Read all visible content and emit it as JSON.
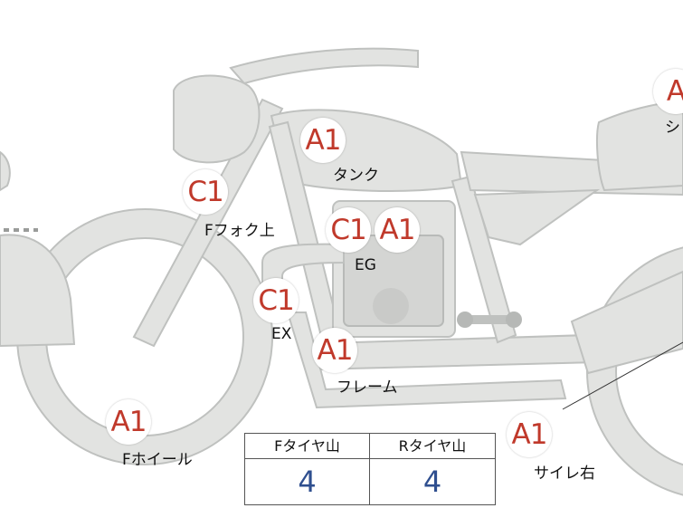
{
  "badge_color": "#c0392b",
  "value_color": "#2f4f8f",
  "parts": [
    {
      "id": "tank",
      "grade": "A1",
      "label": "タンク"
    },
    {
      "id": "f-fork-upper",
      "grade": "C1",
      "label": "Fフォク上"
    },
    {
      "id": "eg-c",
      "grade": "C1",
      "label": ""
    },
    {
      "id": "eg",
      "grade": "A1",
      "label": "EG"
    },
    {
      "id": "ex",
      "grade": "C1",
      "label": "EX"
    },
    {
      "id": "frame",
      "grade": "A1",
      "label": "フレーム"
    },
    {
      "id": "f-wheel",
      "grade": "A1",
      "label": "Fホイール"
    },
    {
      "id": "silencer-right",
      "grade": "A1",
      "label": "サイレ右"
    },
    {
      "id": "seat",
      "grade": "A",
      "label": "シ"
    }
  ],
  "tread_table": {
    "front_header": "Fタイヤ山",
    "rear_header": "Rタイヤ山",
    "front_value": "4",
    "rear_value": "4"
  }
}
